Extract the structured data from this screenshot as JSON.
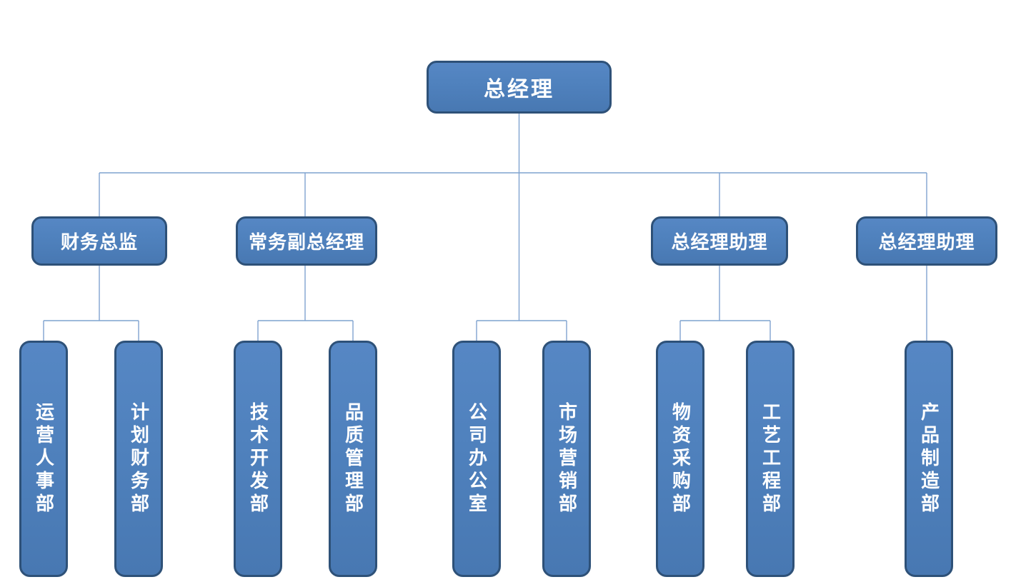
{
  "diagram": {
    "type": "org-chart",
    "background": "#ffffff",
    "colors": {
      "node_fill": "#4f81bd",
      "node_border": "#2e5178",
      "node_text": "#ffffff",
      "connector": "#7fa3cf"
    },
    "root": {
      "id": "gm",
      "label": "总经理"
    },
    "managers": [
      {
        "id": "finance-director",
        "label": "财务总监",
        "reports_to": "gm"
      },
      {
        "id": "executive-deputy-gm",
        "label": "常务副总经理",
        "reports_to": "gm"
      },
      {
        "id": "gm-assistant-1",
        "label": "总经理助理",
        "reports_to": "gm"
      },
      {
        "id": "gm-assistant-2",
        "label": "总经理助理",
        "reports_to": "gm"
      }
    ],
    "departments": [
      {
        "id": "ops-hr",
        "label": "运营人事部",
        "reports_to": "finance-director"
      },
      {
        "id": "planning-finance",
        "label": "计划财务部",
        "reports_to": "finance-director"
      },
      {
        "id": "tech-development",
        "label": "技术开发部",
        "reports_to": "executive-deputy-gm"
      },
      {
        "id": "quality-mgmt",
        "label": "品质管理部",
        "reports_to": "executive-deputy-gm"
      },
      {
        "id": "company-office",
        "label": "公司办公室",
        "reports_to": "gm"
      },
      {
        "id": "marketing",
        "label": "市场营销部",
        "reports_to": "gm"
      },
      {
        "id": "material-purchase",
        "label": "物资采购部",
        "reports_to": "gm-assistant-1"
      },
      {
        "id": "process-engineering",
        "label": "工艺工程部",
        "reports_to": "gm-assistant-1"
      },
      {
        "id": "product-manufacture",
        "label": "产品制造部",
        "reports_to": "gm-assistant-2"
      }
    ]
  }
}
